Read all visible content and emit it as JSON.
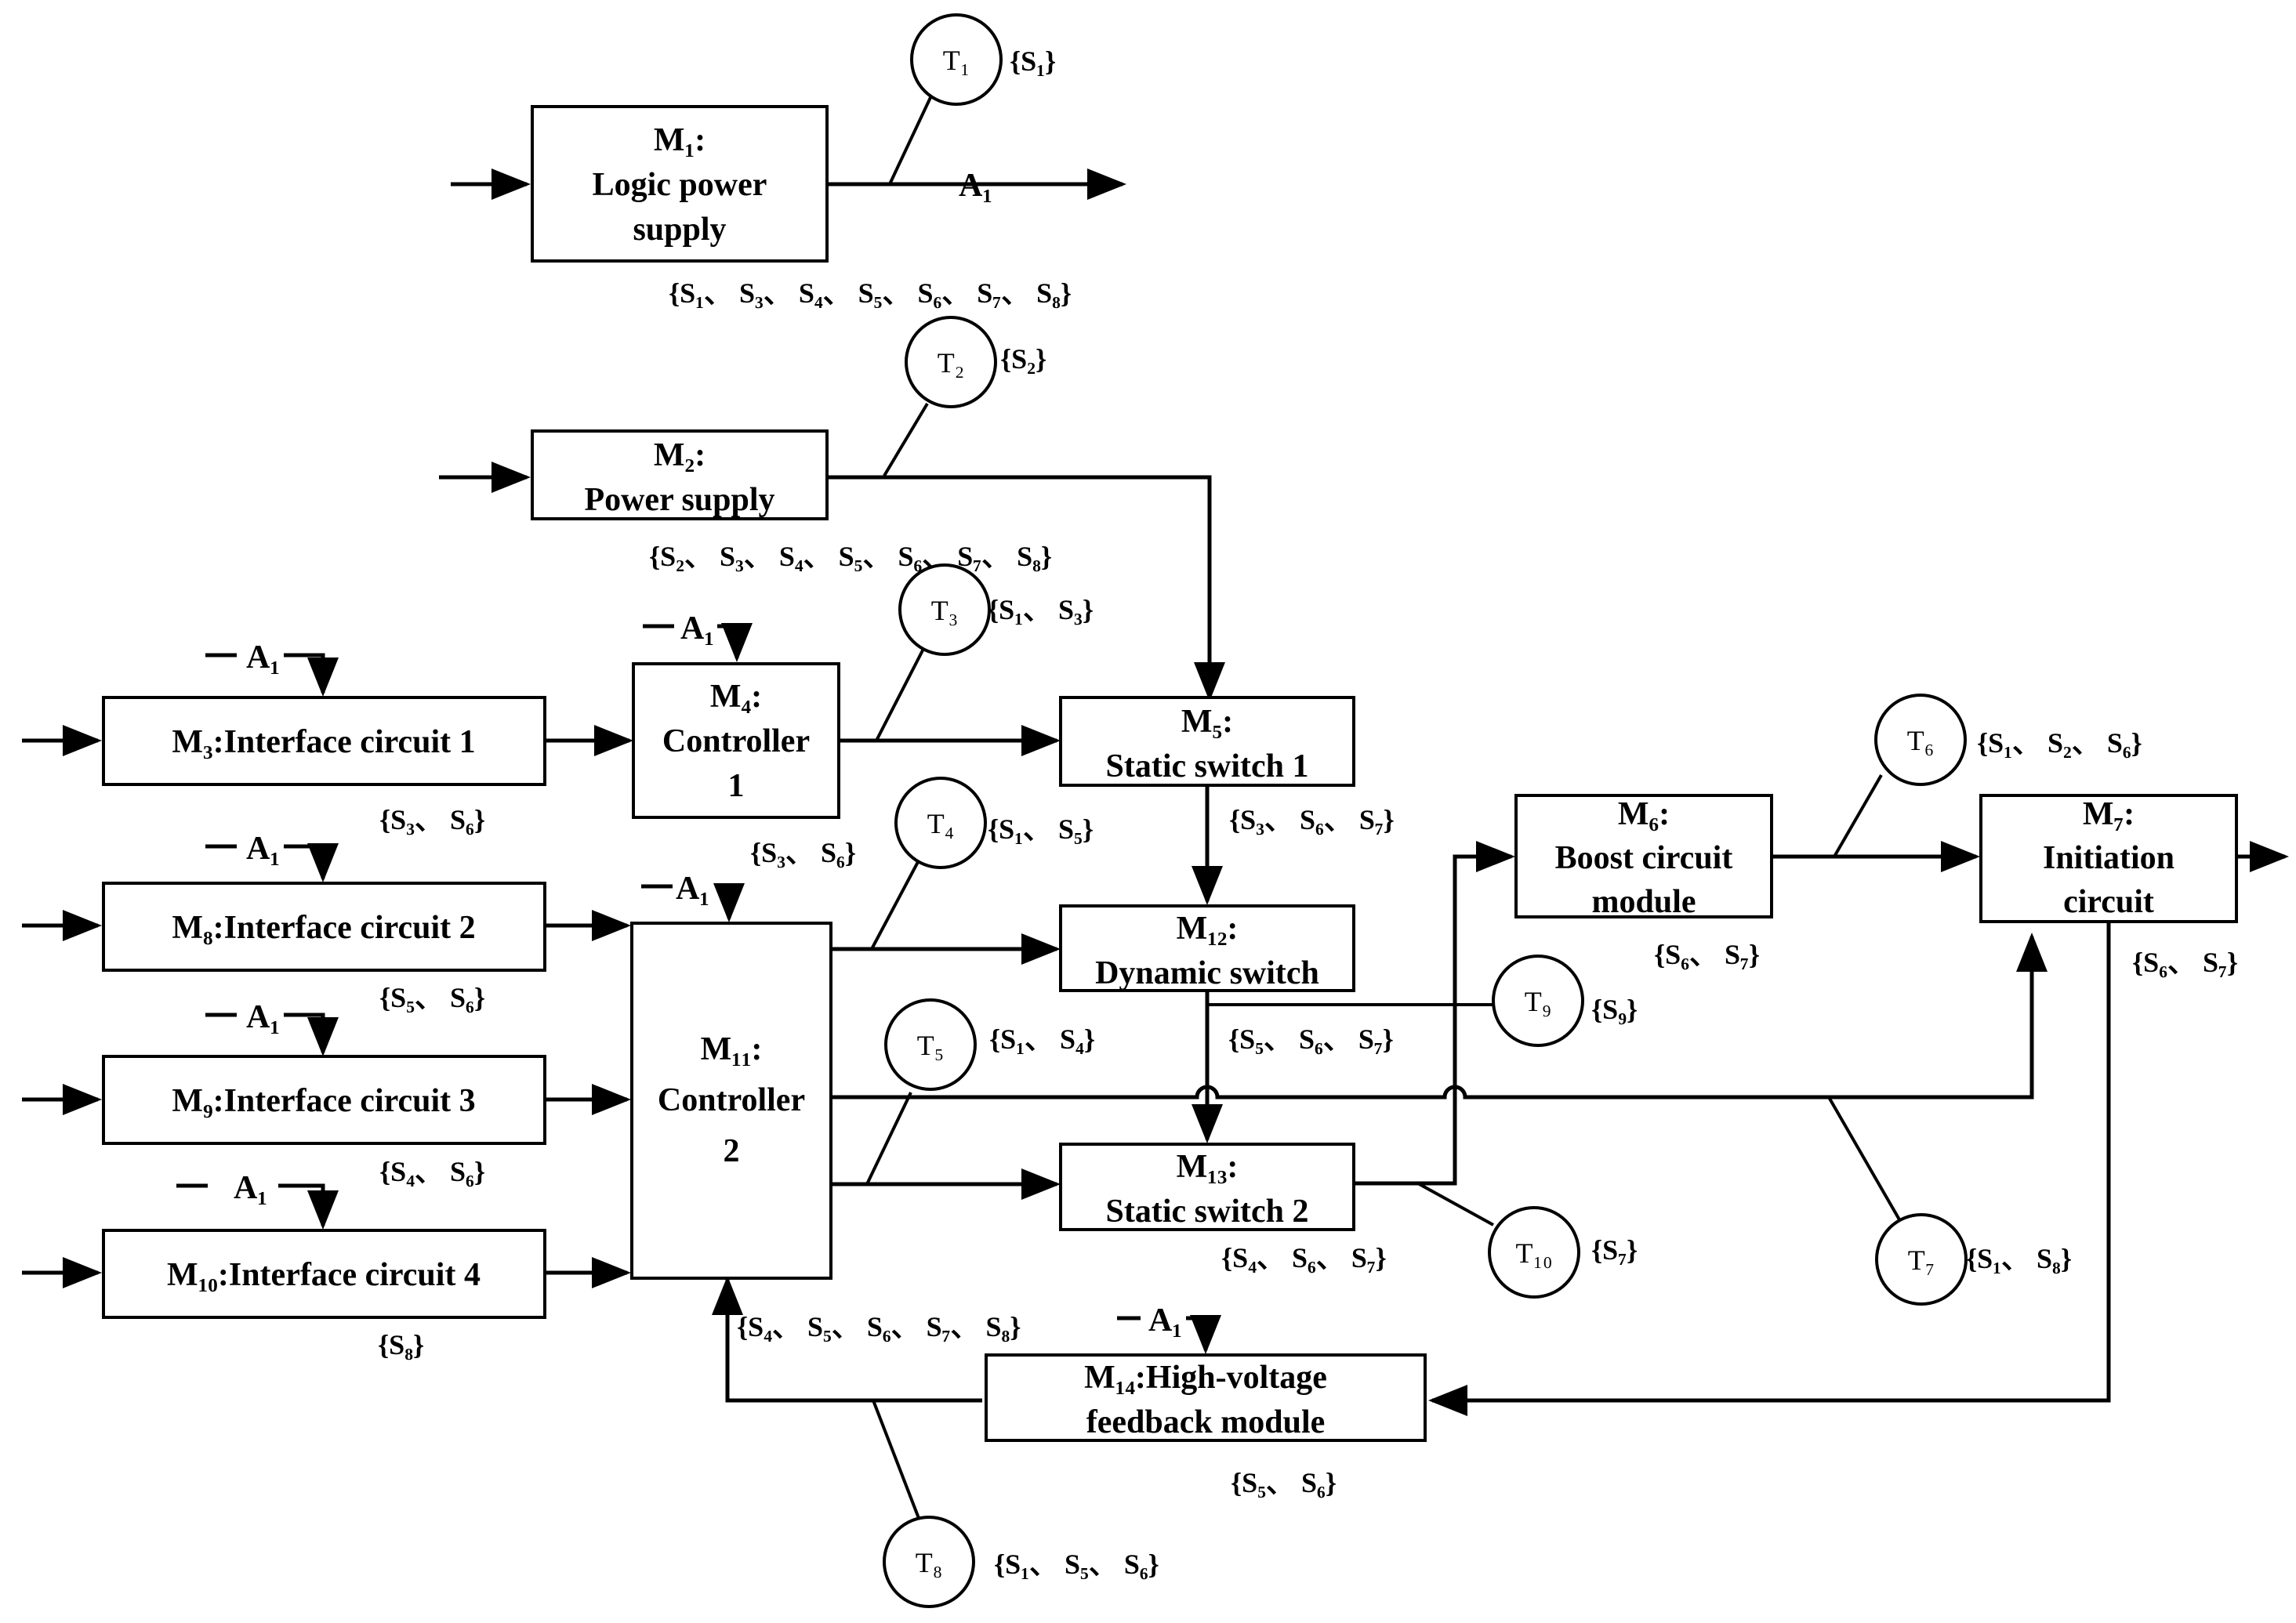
{
  "modules": {
    "m1": {
      "l1": "M₁:",
      "l2": "Logic power",
      "l3": "supply"
    },
    "m2": {
      "l1": "M₂:",
      "l2": "Power supply"
    },
    "m3": {
      "l1": "M₃:Interface circuit 1"
    },
    "m4": {
      "l1": "M₄:",
      "l2": "Controller",
      "l3": "1"
    },
    "m5": {
      "l1": "M₅:",
      "l2": "Static switch 1"
    },
    "m6": {
      "l1": "M₆:",
      "l2": "Boost circuit",
      "l3": "module"
    },
    "m7": {
      "l1": "M₇:",
      "l2": "Initiation",
      "l3": "circuit"
    },
    "m8": {
      "l1": "M₈:Interface circuit 2"
    },
    "m9": {
      "l1": "M₉:Interface circuit 3"
    },
    "m10": {
      "l1": "M₁₀:Interface circuit 4"
    },
    "m11": {
      "l1": "M₁₁:",
      "l2": "Controller",
      "l3": "2"
    },
    "m12": {
      "l1": "M₁₂:",
      "l2": "Dynamic switch"
    },
    "m13": {
      "l1": "M₁₃:",
      "l2": "Static switch 2"
    },
    "m14": {
      "l1": "M₁₄:High-voltage",
      "l2": "feedback module"
    }
  },
  "signal_label": "A₁",
  "tests": {
    "t1": "T₁",
    "t2": "T₂",
    "t3": "T₃",
    "t4": "T₄",
    "t5": "T₅",
    "t6": "T₆",
    "t7": "T₇",
    "t8": "T₈",
    "t9": "T₉",
    "t10": "T₁₀"
  },
  "test_sets": {
    "t1": "{S₁}",
    "t2": "{S₂}",
    "t3": "{S₁、 S₃}",
    "t4": "{S₁、 S₅}",
    "t5": "{S₁、 S₄}",
    "t6": "{S₁、 S₂、 S₆}",
    "t7": "{S₁、 S₈}",
    "t8": "{S₁、 S₅、 S₆}",
    "t9": "{S₉}",
    "t10": "{S₇}"
  },
  "fault_sets": {
    "m1": "{S₁、 S₃、 S₄、 S₅、 S₆、 S₇、 S₈}",
    "m2": "{S₂、 S₃、 S₄、 S₅、 S₆、 S₇、 S₈}",
    "m3": "{S₃、 S₆}",
    "m4": "{S₃、 S₆}",
    "m5": "{S₃、 S₆、 S₇}",
    "m6": "{S₆、 S₇}",
    "m7": "{S₆、 S₇}",
    "m8": "{S₅、 S₆}",
    "m9": "{S₄、 S₆}",
    "m10": "{S₈}",
    "m11": "{S₄、 S₅、 S₆、 S₇、 S₈}",
    "m12": "{S₅、 S₆、 S₇}",
    "m13": "{S₄、 S₆、 S₇}",
    "m14": "{S₅、 S₆}"
  }
}
